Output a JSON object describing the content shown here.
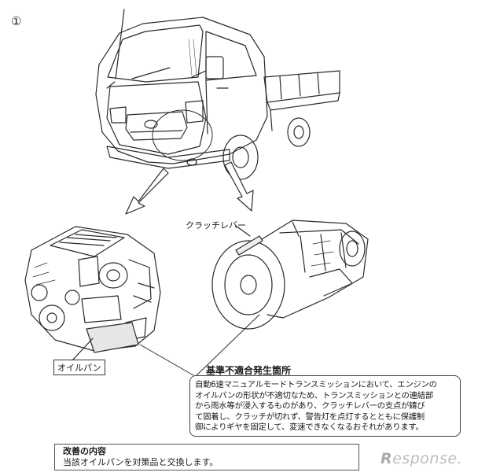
{
  "figure": {
    "marker": "①",
    "labels": {
      "oil_pan": "オイルパン",
      "clutch_lever": "クラッチレバー"
    }
  },
  "defect": {
    "title": "基準不適合発生箇所",
    "text": "自動6速マニュアルモードトランスミッションにおいて、エンジンの\nオイルパンの形状が不適切なため、トランスミッションとの連結部\nから雨水等が浸入するものがあり、クラッチレバーの支点が錆び\nて固着し、クラッチが切れず、警告灯を点灯するとともに保護制\n御によりギヤを固定して、変速できなくなるおそれがあります。"
  },
  "improvement": {
    "title": "改善の内容",
    "text": "当該オイルパンを対策品と交換します。"
  },
  "watermark": {
    "first": "R",
    "rest": "esponse."
  }
}
